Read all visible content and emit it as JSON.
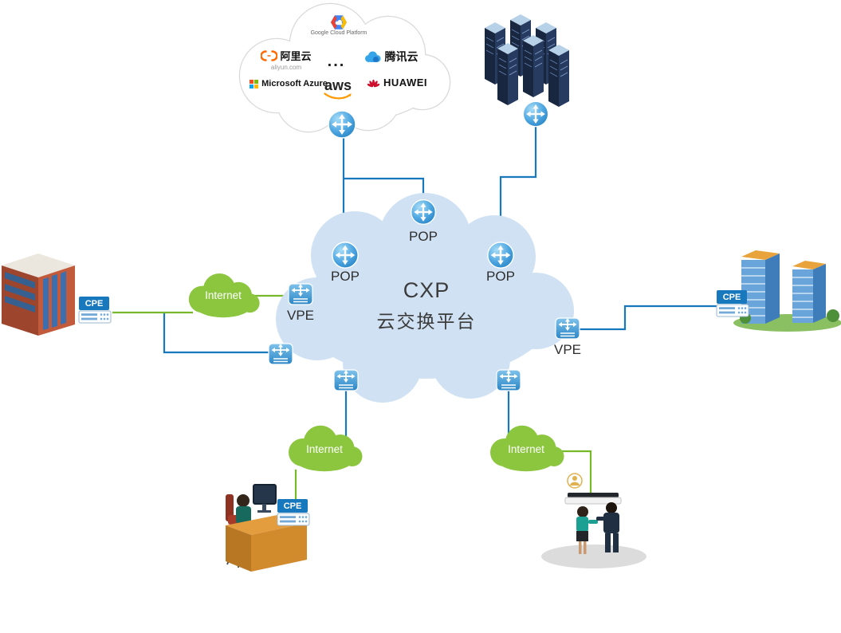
{
  "diagram_title": {
    "main": "CXP",
    "sub": "云交换平台"
  },
  "nodes": {
    "pop_left": "POP",
    "pop_top": "POP",
    "pop_right": "POP",
    "vpe_left": "VPE",
    "vpe_right": "VPE",
    "cpe_left": "CPE",
    "cpe_right": "CPE",
    "cpe_bottom": "CPE"
  },
  "internet": {
    "left": "Internet",
    "bottom_left": "Internet",
    "bottom_right": "Internet"
  },
  "cloud_providers": {
    "google": "Google Cloud Platform",
    "alibaba": "阿里云",
    "alibaba_domain": "aliyun.com",
    "ellipsis": "...",
    "tencent": "腾讯云",
    "azure": "Microsoft Azure",
    "aws": "aws",
    "huawei": "HUAWEI"
  },
  "colors": {
    "line_blue": "#1878BE",
    "line_green": "#76B82A",
    "internet_cloud_green": "#8CC63F",
    "cxp_cloud_blue": "#CFE1F2",
    "device_blue": "#3D95D0",
    "cpe_tag_blue": "#1878BE"
  }
}
